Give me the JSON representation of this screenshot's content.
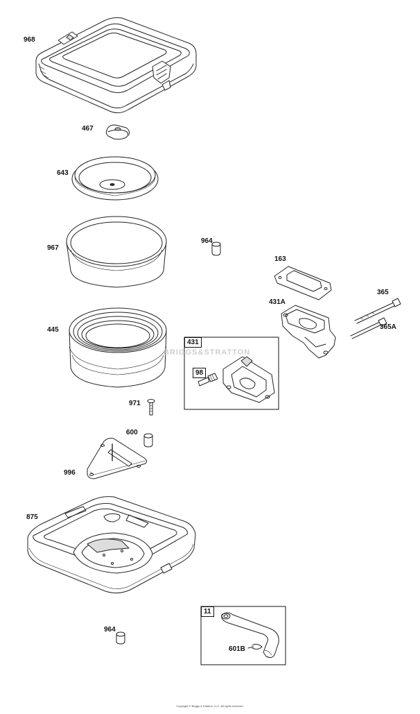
{
  "watermark": "BRIGGS&STRATTON",
  "copyright": "Copyright © Briggs & Stratton, LLC. All rights reserved.",
  "parts": {
    "p968": "968",
    "p467": "467",
    "p643": "643",
    "p967": "967",
    "p964a": "964",
    "p163": "163",
    "p365": "365",
    "p431A": "431A",
    "p365A": "365A",
    "p445": "445",
    "p431": "431",
    "p98": "98",
    "p971": "971",
    "p600": "600",
    "p996": "996",
    "p875": "875",
    "p964b": "964",
    "p11": "11",
    "p601B": "601B"
  }
}
